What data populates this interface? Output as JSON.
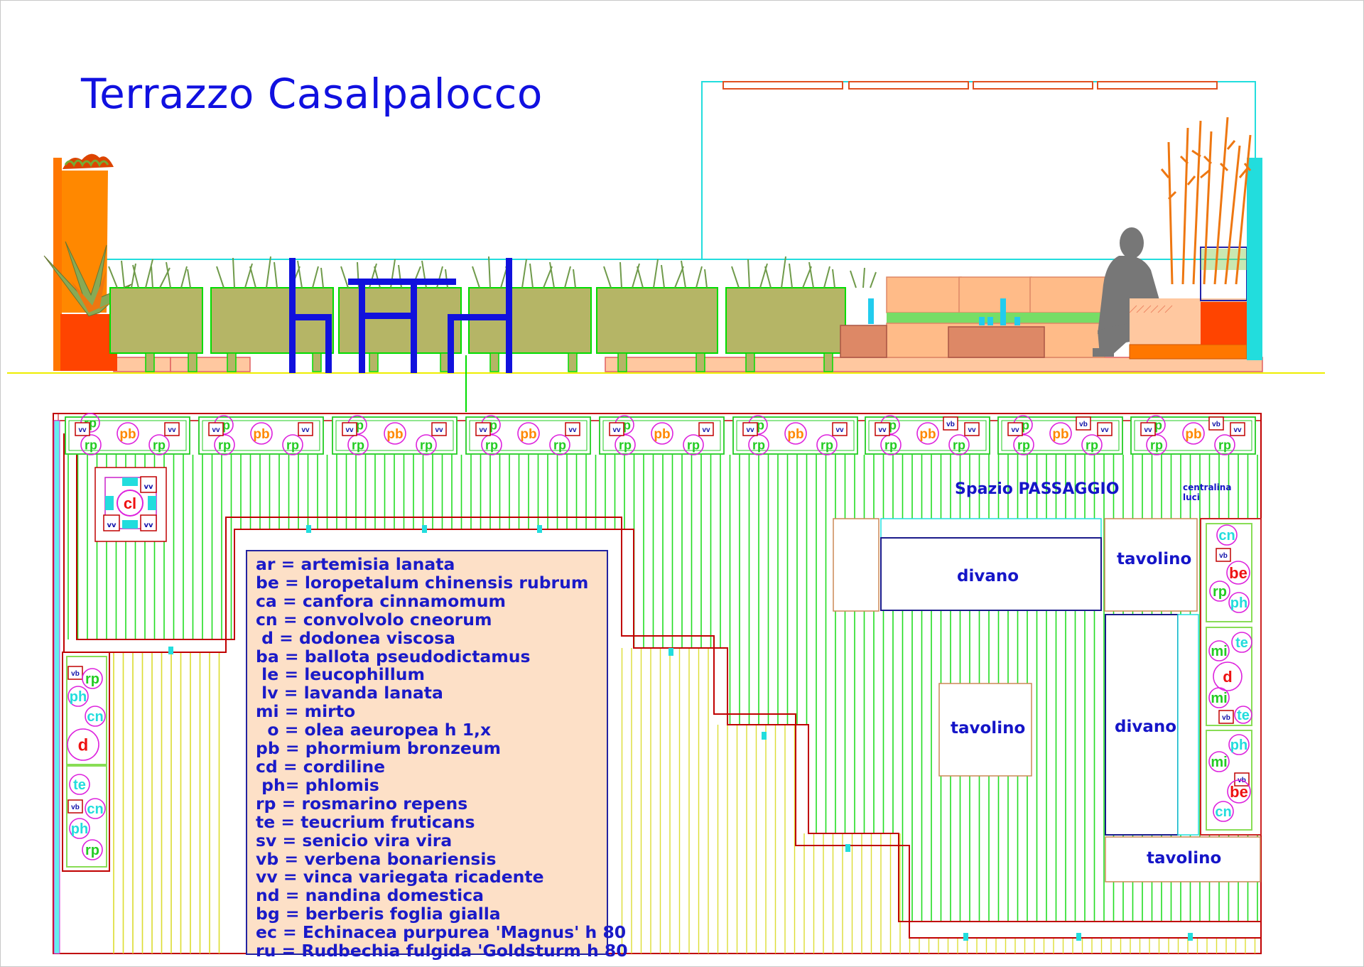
{
  "title": "Terrazzo Casalpalocco",
  "labels": {
    "spazio": "Spazio PASSAGGIO",
    "centralina_1": "centralina",
    "centralina_2": "luci",
    "divano_top": "divano",
    "tavolino_top": "tavolino",
    "tavolino_mid": "tavolino",
    "divano_right": "divano",
    "tavolino_bottom": "tavolino"
  },
  "legend": [
    "ar = artemisia lanata",
    "be = loropetalum chinensis rubrum",
    "ca = canfora cinnamomum",
    "cn = convolvolo cneorum",
    " d = dodonea viscosa",
    "ba = ballota pseudodictamus",
    " le = leucophillum",
    " lv = lavanda lanata",
    "mi = mirto",
    "  o = olea aeuropea h 1,x",
    "pb = phormium bronzeum",
    "cd = cordiline",
    " ph= phlomis",
    "rp = rosmarino repens",
    "te = teucrium fruticans",
    "sv = senicio vira vira",
    "vb = verbena bonariensis",
    "vv = vinca variegata ricadente",
    "nd = nandina domestica",
    "bg = berberis foglia gialla",
    "ec = Echinacea purpurea 'Magnus' h 80",
    "ru = Rudbechia fulgida 'Goldsturm h 80"
  ],
  "plant_codes": {
    "rp": "rp",
    "pb": "pb",
    "vv": "vv",
    "vb": "vb",
    "cl": "cl",
    "ph": "ph",
    "cn": "cn",
    "d": "d",
    "te": "te",
    "be": "be",
    "mi": "mi"
  },
  "colors": {
    "title": "#1010e0",
    "label": "#1515c8",
    "planter": "#b5b566",
    "deck_line": "#00dd00",
    "path_line": "#c00000",
    "legend_bg": "#fde0c7",
    "orange": "#ff7700",
    "red_plant": "#ee1111"
  }
}
